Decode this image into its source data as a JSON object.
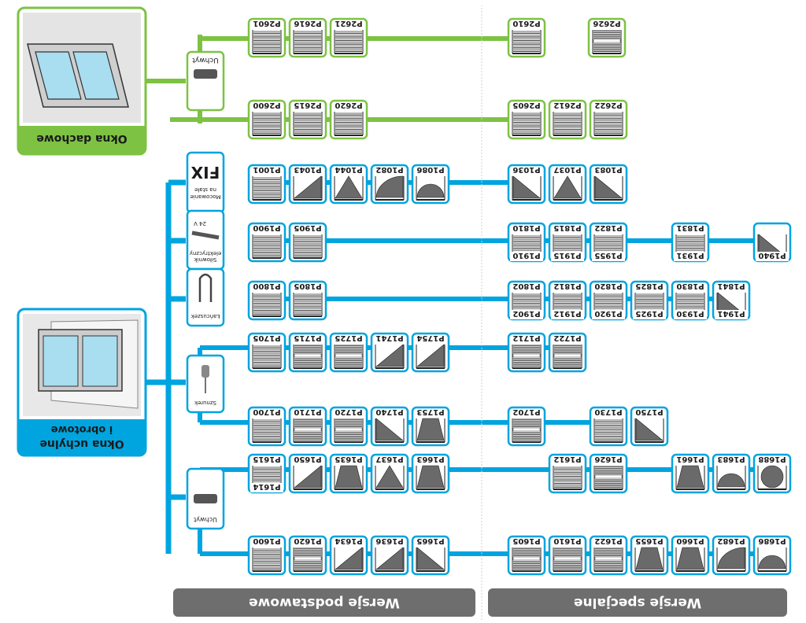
{
  "colors": {
    "blue": "#00a4df",
    "green": "#7dc243",
    "grey_bar": "#6e6e6e",
    "window_blue": "#a9ddf0"
  },
  "roof": {
    "title": "Okna dachowe"
  },
  "tilt": {
    "title_line1": "Okna uchylne",
    "title_line2": "i obrotowe"
  },
  "versions": {
    "basic": "Wersje podstawowe",
    "special": "Wersje specjalne"
  },
  "mounts": {
    "roof_uchwyt": "Uchwyt",
    "fix_symbol": "FIX",
    "fix_line1": "Mocowanie",
    "fix_line2": "na stałe",
    "motor_line1": "Siłownik",
    "motor_line2": "elektryczny",
    "motor_voltage": "24 V",
    "chain": "Łańcuszek",
    "cord": "Sznurek",
    "tilt_uchwyt": "Uchwyt"
  },
  "products": {
    "roof_top_basic": [
      "P2601",
      "P2616",
      "P2621"
    ],
    "roof_top_special": [
      "P2610",
      "P2626"
    ],
    "roof_bottom_basic": [
      "P2600",
      "P2615",
      "P2620"
    ],
    "roof_bottom_special": [
      "P2605",
      "P2612",
      "P2622"
    ],
    "fix_basic": [
      "P1001",
      "P1043",
      "P1044",
      "P1082",
      "P1086"
    ],
    "fix_special": [
      "P1036",
      "P1037",
      "P1083"
    ],
    "motor_basic": [
      "P1900",
      "P1905"
    ],
    "motor_special": [
      {
        "top": "P1910",
        "bottom": "P1810"
      },
      {
        "top": "P1915",
        "bottom": "P1815"
      },
      {
        "top": "P1955",
        "bottom": "P1822"
      },
      {
        "top": "P1931",
        "bottom": "P1831"
      },
      {
        "top": "P1940",
        "bottom": ""
      }
    ],
    "chain_basic": [
      "P1800",
      "P1805"
    ],
    "chain_special": [
      {
        "top": "P1902",
        "bottom": "P1802"
      },
      {
        "top": "P1912",
        "bottom": "P1812"
      },
      {
        "top": "P1920",
        "bottom": "P1820"
      },
      {
        "top": "P1925",
        "bottom": "P1825"
      },
      {
        "top": "P1930",
        "bottom": "P1830"
      },
      {
        "top": "P1941",
        "bottom": "P1841"
      }
    ],
    "cord_top_basic": [
      "P1705",
      "P1715",
      "P1725",
      "P1741",
      "P1754"
    ],
    "cord_top_special": [
      "P1712",
      "P1722"
    ],
    "cord_bottom_basic": [
      "P1700",
      "P1710",
      "P1720",
      "P1740",
      "P1753"
    ],
    "cord_bottom_special": [
      "P1702",
      "P1730",
      "P1750"
    ],
    "holder_top_basic": [
      "P1615",
      "P1650",
      "P1635",
      "P1637",
      "P1663"
    ],
    "holder_top_basic_label": "P1614",
    "holder_top_special": [
      "P1612",
      "P1626",
      "P1661",
      "P1683",
      "P1688"
    ],
    "holder_bottom_basic": [
      "P1600",
      "P1620",
      "P1634",
      "P1636",
      "P1665"
    ],
    "holder_bottom_special": [
      "P1605",
      "P1610",
      "P1622",
      "P1655",
      "P1660",
      "P1682",
      "P1686"
    ]
  }
}
